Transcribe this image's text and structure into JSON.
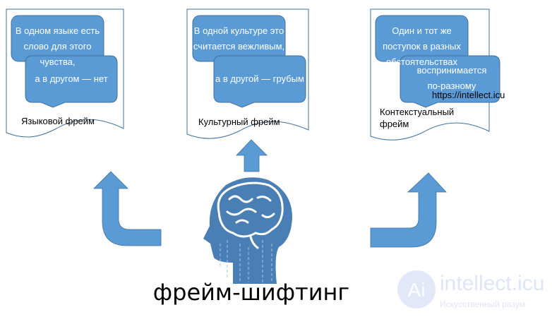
{
  "frames": [
    {
      "label": "Языковой фрейм",
      "top_text": "В одном языке есть слово для этого чувства,",
      "bottom_text": "а в другом — нет"
    },
    {
      "label": "Культурный фрейм",
      "top_text": "В одной культуре это считается вежливым,",
      "bottom_text": "а  в другой — грубым"
    },
    {
      "label": "Контекстуальный фрейм",
      "top_text": "Один и тот же поступок в разных обстоятельствах",
      "bottom_text": "воспринимается по-разному"
    }
  ],
  "title": "фрейм-шифтинг",
  "url": "https://intellect.icu",
  "watermark": {
    "name": "intellect.icu",
    "tagline": "Искусственный разум"
  },
  "colors": {
    "fill": "#5b9bd5",
    "stroke": "#41719c",
    "head": "#4a7fb5"
  }
}
